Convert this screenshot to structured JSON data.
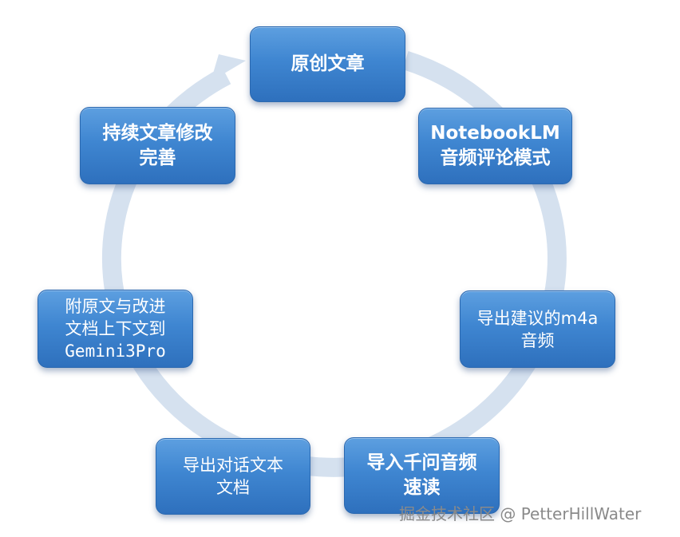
{
  "colors": {
    "node_fill": "#3f86d1",
    "ring": "#d5e1ef",
    "text": "#ffffff",
    "watermark": "#8a8a8a"
  },
  "nodes": [
    {
      "id": "n1",
      "lines": [
        "原创文章"
      ]
    },
    {
      "id": "n2",
      "lines": [
        "NotebookLM",
        "音频评论模式"
      ]
    },
    {
      "id": "n3",
      "lines": [
        "导出建议的m4a",
        "音频"
      ]
    },
    {
      "id": "n4",
      "lines": [
        "导入千问音频",
        "速读"
      ]
    },
    {
      "id": "n5",
      "lines": [
        "导出对话文本",
        "文档"
      ]
    },
    {
      "id": "n6",
      "lines": [
        "附原文与改进",
        "文档上下文到",
        "Gemini3Pro"
      ]
    },
    {
      "id": "n7",
      "lines": [
        "持续文章修改",
        "完善"
      ]
    }
  ],
  "watermark": "掘金技术社区 @ PetterHillWater"
}
